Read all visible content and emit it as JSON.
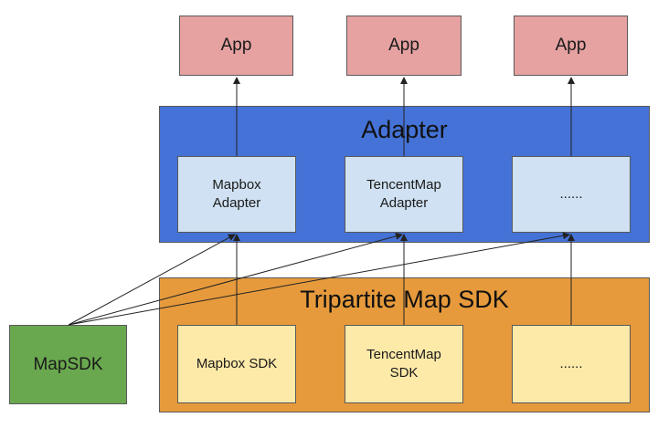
{
  "apps": [
    {
      "label": "App"
    },
    {
      "label": "App"
    },
    {
      "label": "App"
    }
  ],
  "adapter": {
    "title": "Adapter",
    "color": "#4472d6",
    "items": [
      {
        "label": "Mapbox\nAdapter"
      },
      {
        "label": "TencentMap\nAdapter"
      },
      {
        "label": "......"
      }
    ]
  },
  "sdk": {
    "title": "Tripartite Map SDK",
    "color": "#e69a3c",
    "items": [
      {
        "label": "Mapbox SDK"
      },
      {
        "label": "TencentMap\nSDK"
      },
      {
        "label": "......"
      }
    ]
  },
  "mapsdk": {
    "label": "MapSDK",
    "color": "#6aa84f"
  }
}
